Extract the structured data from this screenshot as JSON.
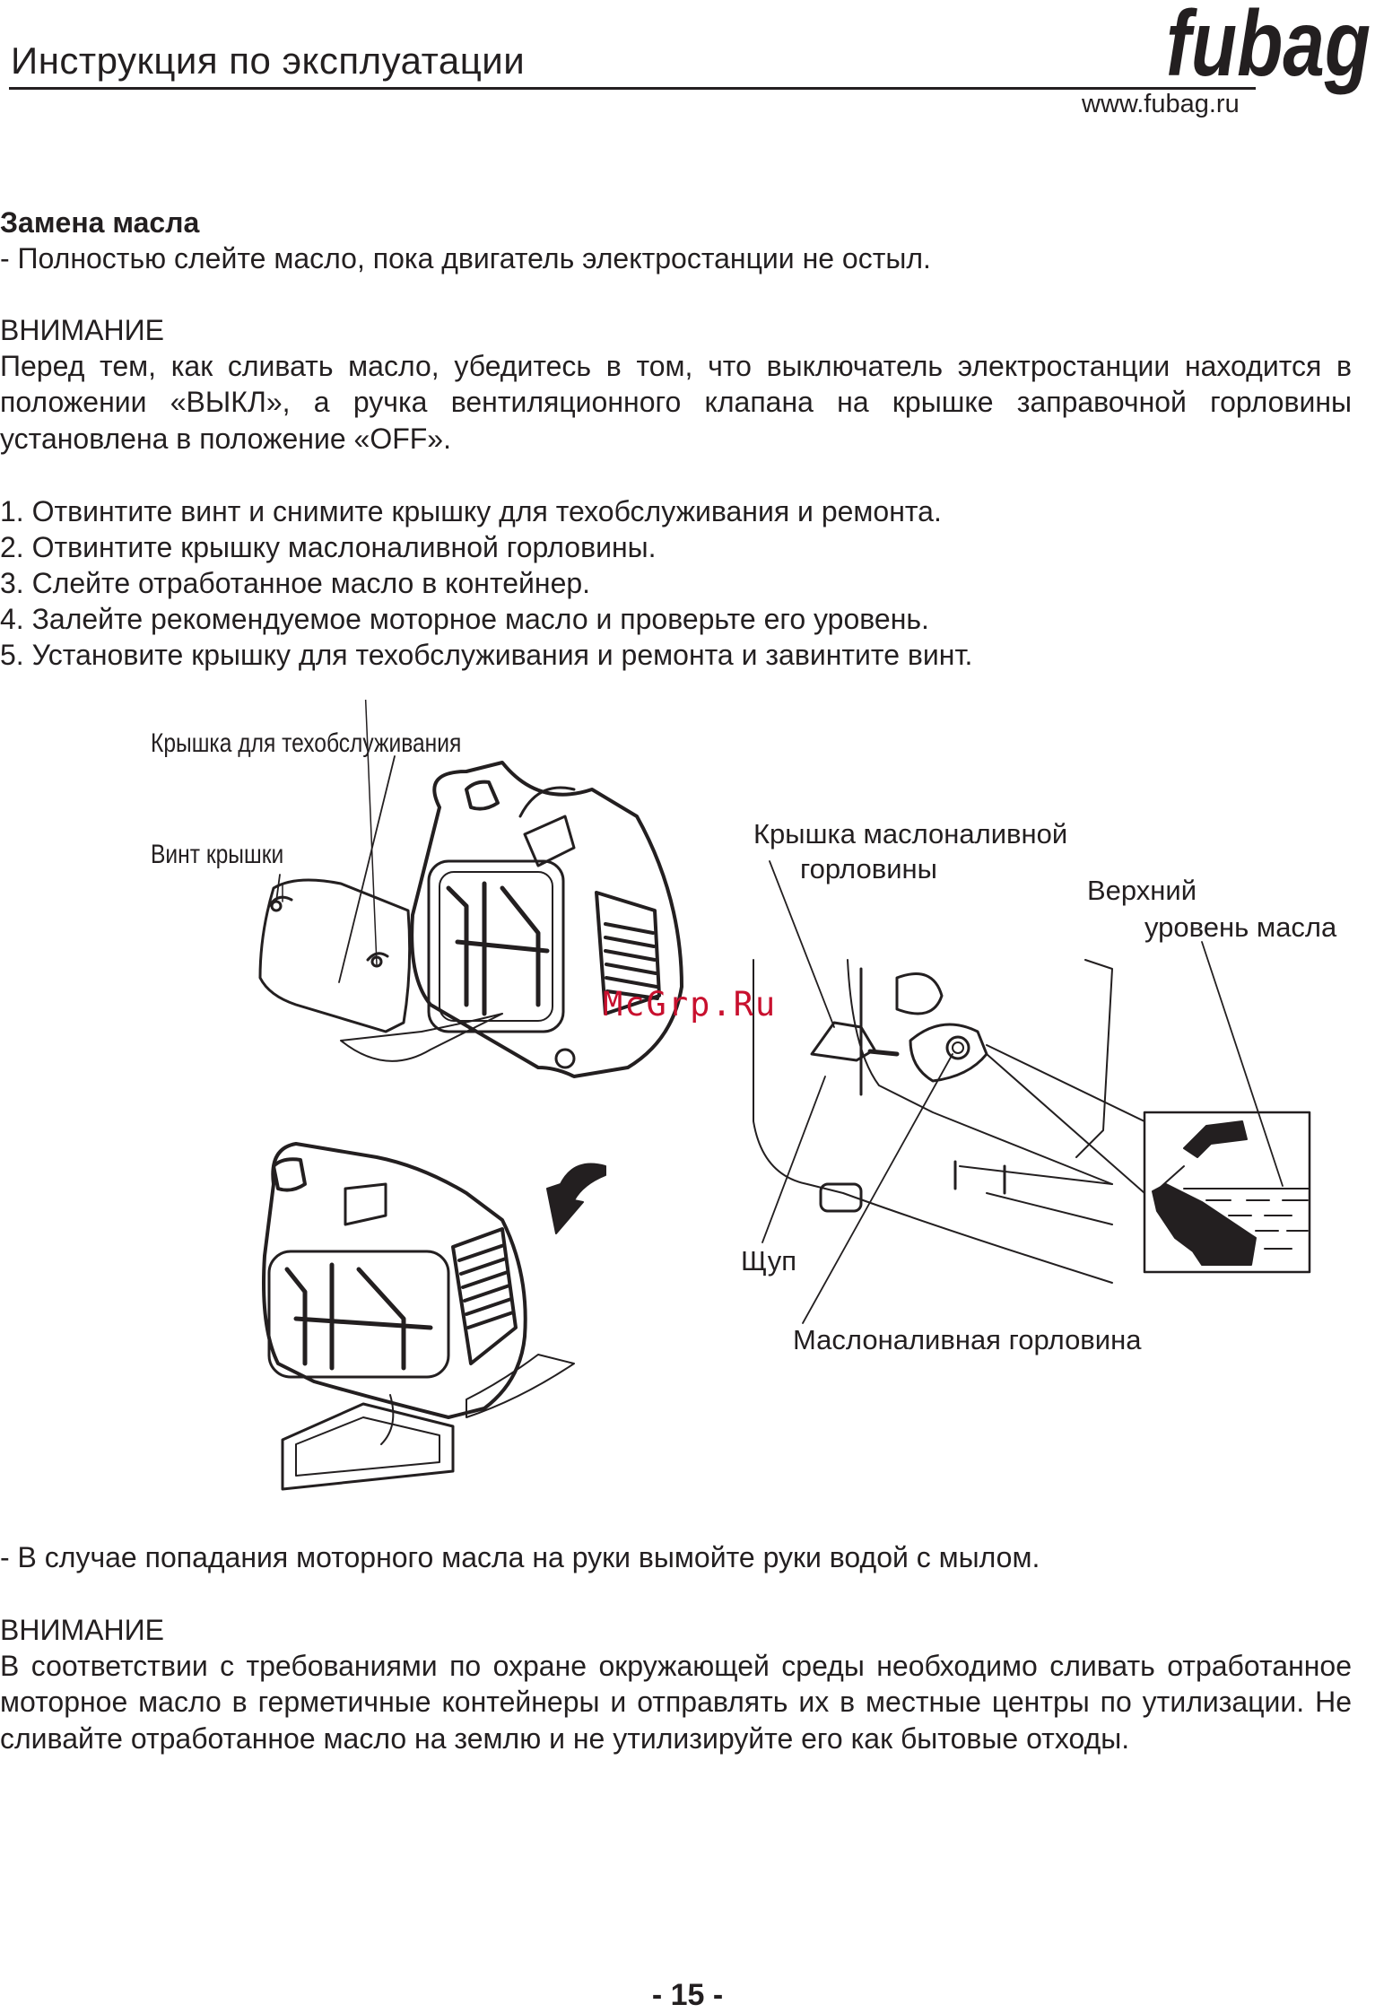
{
  "header": {
    "title": "Инструкция по эксплуатации",
    "logo_text": "fubag",
    "website": "www.fubag.ru"
  },
  "section": {
    "heading": "Замена масла",
    "intro": "- Полностью слейте масло, пока двигатель электростанции не остыл."
  },
  "warning1": {
    "title": "ВНИМАНИЕ",
    "text": "Перед тем, как сливать масло, убедитесь в том, что выключатель электростанции находится в положении «ВЫКЛ», а ручка вентиляционного клапана на крышке заправочной горловины установлена в положение «OFF»."
  },
  "steps": [
    "1. Отвинтите винт и снимите крышку для техобслуживания и ремонта.",
    "2. Отвинтите крышку маслоналивной горловины.",
    "3. Слейте отработанное масло в контейнер.",
    "4. Залейте рекомендуемое моторное масло и проверьте его уровень.",
    "5. Установите крышку для техобслуживания и ремонта и завинтите винт."
  ],
  "figure": {
    "label_cover": "Крышка для техобслуживания",
    "label_screw": "Винт крышки",
    "label_filler_cap_1": "Крышка маслоналивной",
    "label_filler_cap_2": "горловины",
    "label_upper_1": "Верхний",
    "label_upper_2": "уровень масла",
    "label_dipstick": "Щуп",
    "label_filler_neck": "Маслоналивная горловина",
    "watermark": "McGrp.Ru"
  },
  "note": "- В случае попадания моторного масла на руки вымойте руки водой с мылом.",
  "warning2": {
    "title": "ВНИМАНИЕ",
    "text": "В соответствии с требованиями по охране окружающей среды необходимо сливать отработанное моторное масло в герметичные контейнеры и отправлять их в местные центры по утилизации. Не сливайте отработанное масло на землю и не утилизируйте его как бытовые отходы."
  },
  "page_number": "- 15 -",
  "colors": {
    "text": "#231f20",
    "watermark": "#c8102e"
  }
}
